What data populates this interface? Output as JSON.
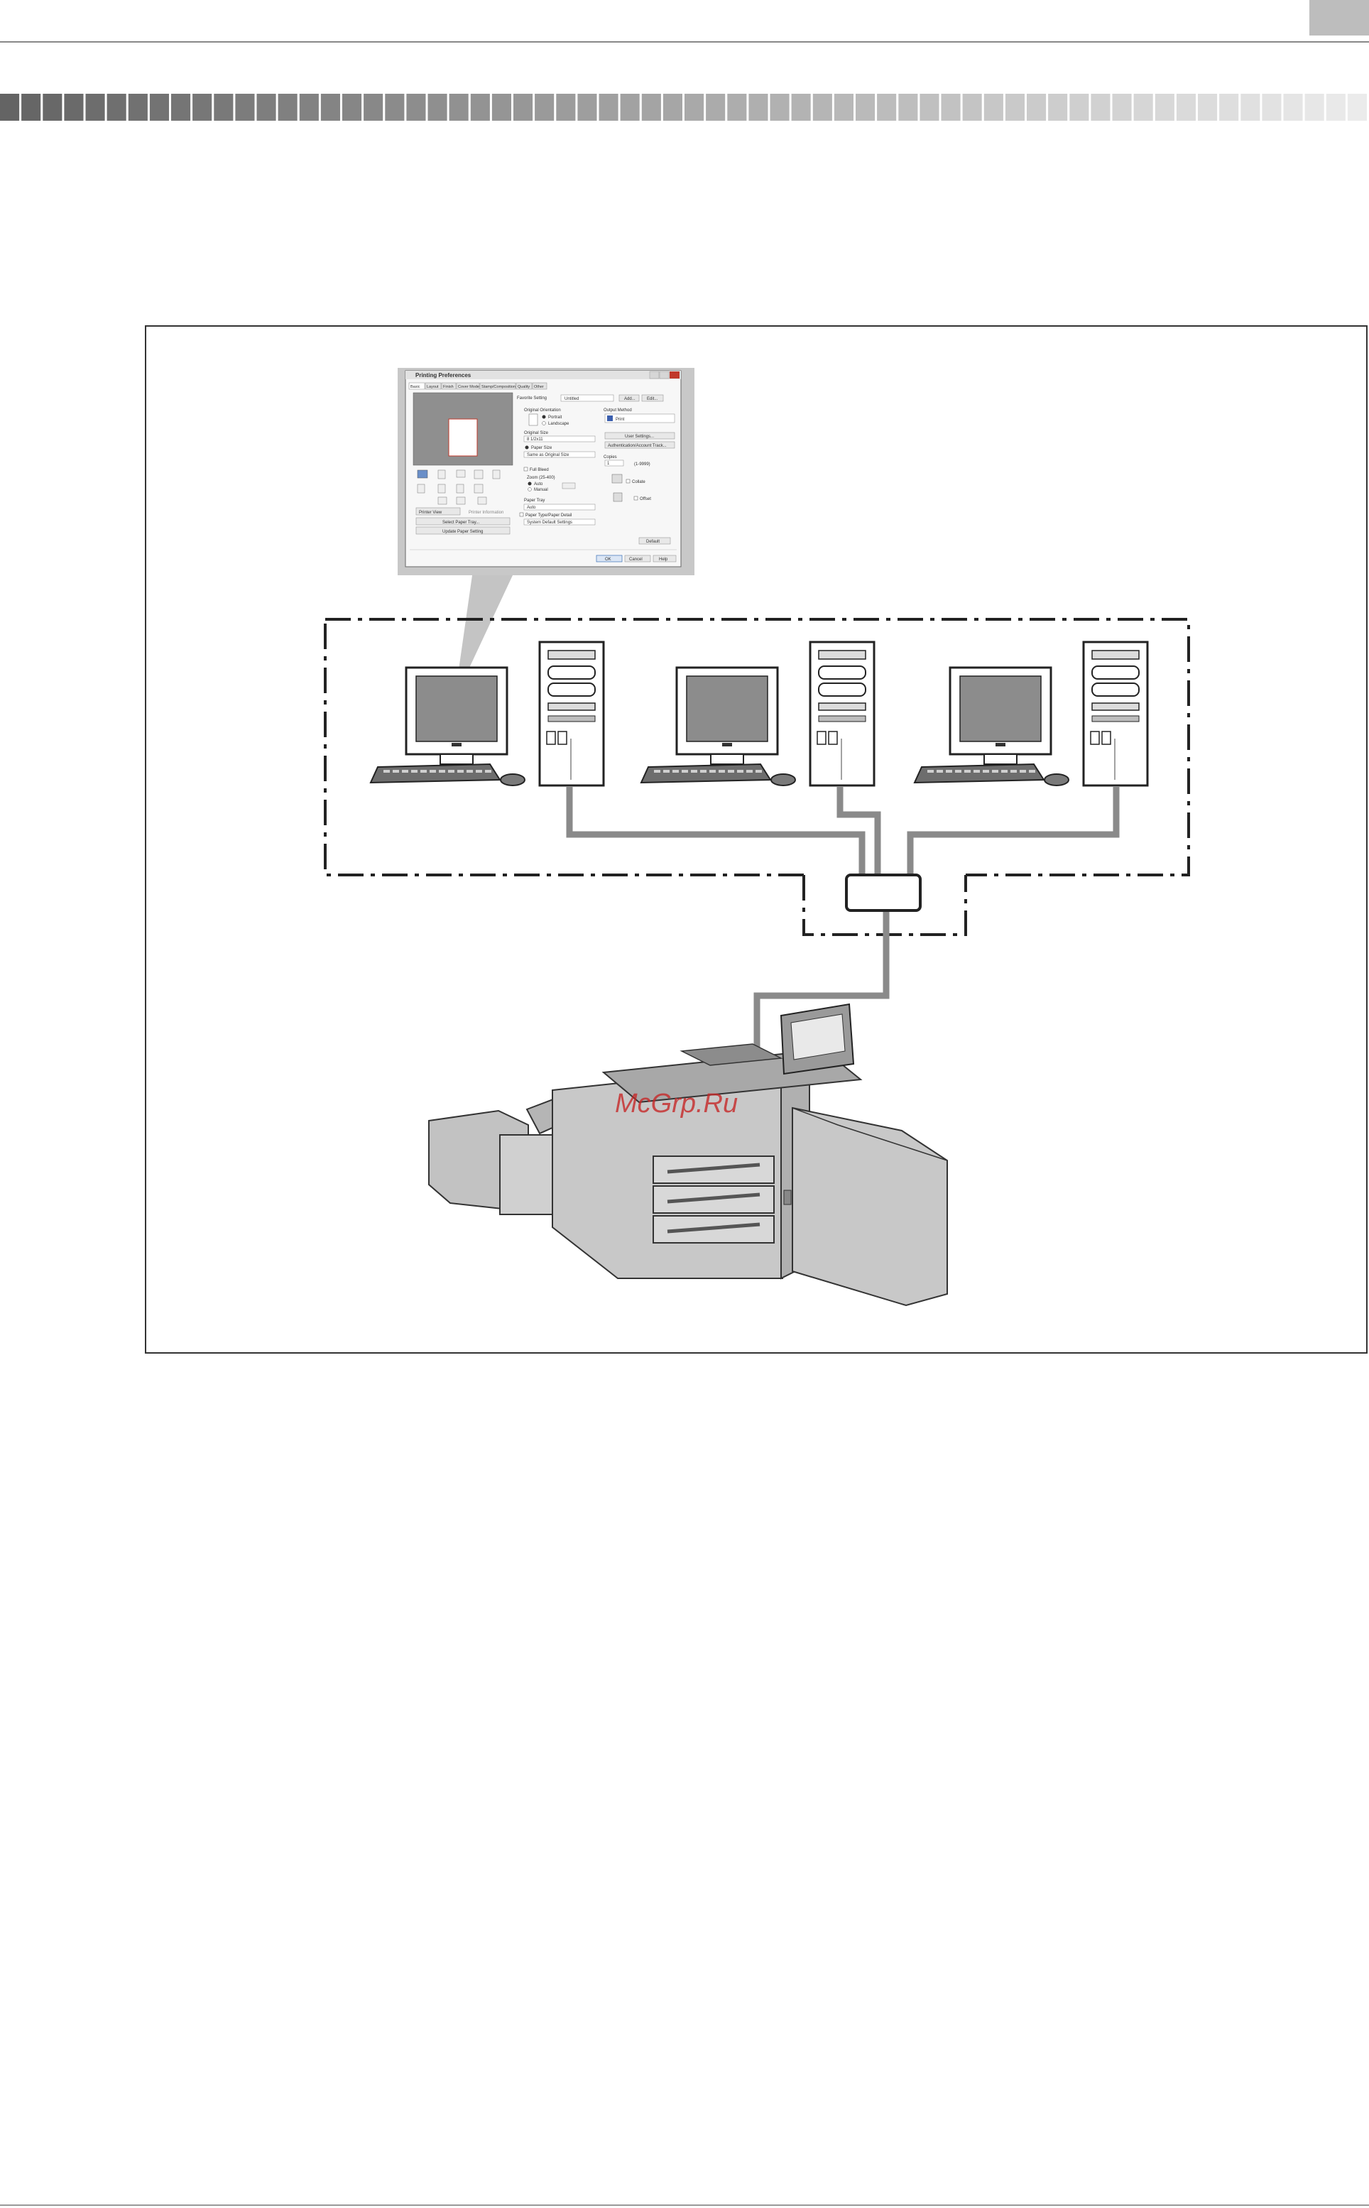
{
  "dialog": {
    "title": "Printing Preferences",
    "tabs": [
      "Basic",
      "Layout",
      "Finish",
      "Cover Mode",
      "Stamp/Composition",
      "Quality",
      "Other"
    ],
    "favorite_label": "Favorite Setting",
    "favorite_value": "Untitled",
    "add_label": "Add...",
    "edit_label": "Edit...",
    "orientation_label": "Original Orientation",
    "portrait_label": "Portrait",
    "landscape_label": "Landscape",
    "original_size_label": "Original Size",
    "original_size_value": "8 1/2x11",
    "paper_size_label": "Paper Size",
    "paper_size_value": "Same as Original Size",
    "output_method_label": "Output Method",
    "output_method_value": "Print",
    "user_settings_label": "User Settings...",
    "auth_label": "Authentication/Account Track...",
    "copies_label": "Copies",
    "copies_value": "1",
    "copies_range": "(1-9999)",
    "collate_label": "Collate",
    "offset_label": "Offset",
    "full_bleed_label": "Full Bleed",
    "zoom_label": "Zoom (25-400)",
    "auto_label": "Auto",
    "manual_label": "Manual",
    "paper_tray_label": "Paper Tray",
    "paper_tray_value": "Auto",
    "paper_type_label": "Paper Type/Paper Detail",
    "system_default_label": "System Default Settings",
    "printer_view_label": "Printer View",
    "printer_information_label": "Printer Information",
    "select_paper_tray_label": "Select Paper Tray...",
    "update_paper_setting_label": "Update Paper Setting",
    "default_label": "Default",
    "ok_label": "OK",
    "cancel_label": "Cancel",
    "help_label": "Help"
  },
  "watermark": "McGrp.Ru",
  "colors": {
    "frame": "#333333",
    "cable": "#8a8a8a",
    "screen": "#8c8c8c",
    "printer_body": "#c8c8c8",
    "watermark": "#c62828"
  }
}
